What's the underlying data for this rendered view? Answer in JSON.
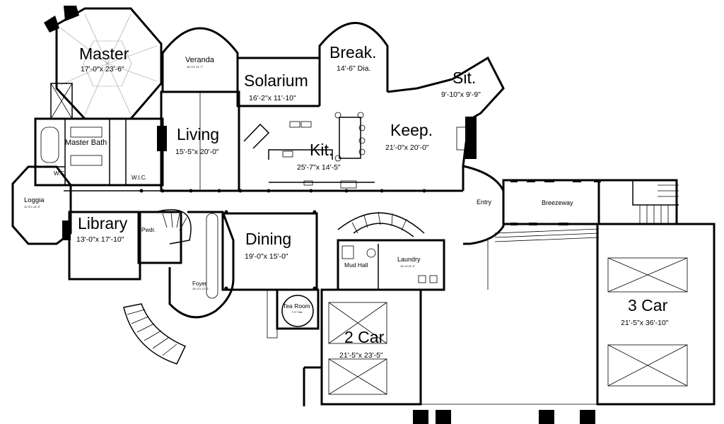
{
  "rooms": {
    "master": {
      "name": "Master",
      "dims": "17'-0\"x 23'-6\""
    },
    "veranda": {
      "name": "Veranda",
      "dims": "16'-0\"x 11'-?\""
    },
    "solarium": {
      "name": "Solarium",
      "dims": "16'-2\"x 11'-10\""
    },
    "breakfast": {
      "name": "Break.",
      "dims": "14'-6\" Dia."
    },
    "sitting": {
      "name": "Sit.",
      "dims": "9'-10\"x 9'-9\""
    },
    "master_bath": {
      "name": "Master Bath"
    },
    "living": {
      "name": "Living",
      "dims": "15'-5\"x 20'-0\""
    },
    "keeping": {
      "name": "Keep.",
      "dims": "21'-0\"x 20'-0\""
    },
    "kitchen": {
      "name": "Kit.",
      "dims": "25'-7\"x 14'-5\""
    },
    "wc": {
      "name": "W.C."
    },
    "wic": {
      "name": "W.I.C."
    },
    "loggia": {
      "name": "Loggia",
      "dims": "11'-8\"x 14'-3\""
    },
    "entry": {
      "name": "Entry"
    },
    "breezeway": {
      "name": "Breezeway"
    },
    "library": {
      "name": "Library",
      "dims": "13'-0\"x 17'-10\""
    },
    "powder": {
      "name": "Pwdr."
    },
    "dining": {
      "name": "Dining",
      "dims": "19'-0\"x 15'-0\""
    },
    "mud_hall": {
      "name": "Mud Hall"
    },
    "laundry": {
      "name": "Laundry",
      "dims": "10'-4\"x 6'-2\""
    },
    "foyer": {
      "name": "Foyer",
      "dims": "15'-0\"x 12'-0\""
    },
    "tea_room": {
      "name": "Tea Room",
      "dims": "7'-0\" Dia."
    },
    "garage_2": {
      "name": "2 Car",
      "dims": "21'-5\"x 23'-5\""
    },
    "garage_3": {
      "name": "3 Car",
      "dims": "21'-5\"x 36'-10\""
    }
  },
  "colors": {
    "line": "#000000",
    "background": "#ffffff",
    "fill": "#f2f2f2"
  }
}
